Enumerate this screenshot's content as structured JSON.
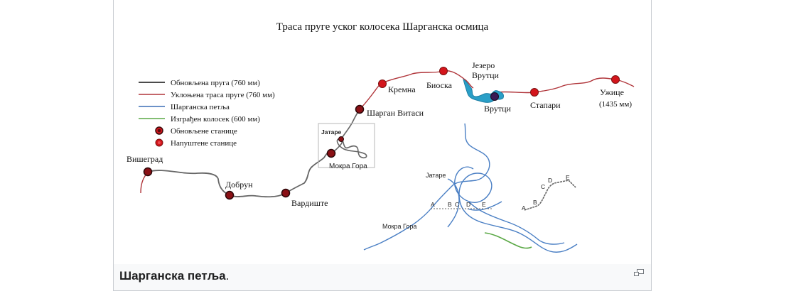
{
  "figure": {
    "title": "Траса пруге уског колосека Шарганска осмица",
    "legend": [
      {
        "label": "Обновљена пруга (760 мм)",
        "color": "#111111",
        "kind": "line"
      },
      {
        "label": "Уклоњена траса пруге (760 мм)",
        "color": "#b0353a",
        "kind": "line"
      },
      {
        "label": "Шарганска петља",
        "color": "#3b6fb6",
        "kind": "line"
      },
      {
        "label": "Изграђен колосек (600 мм)",
        "color": "#5aa845",
        "kind": "line"
      },
      {
        "label": "Обновљене станице",
        "color": "#6b1014",
        "kind": "station"
      },
      {
        "label": "Напуштене станице",
        "color": "#d4151c",
        "kind": "station"
      }
    ],
    "stations": {
      "visegrad": "Вишеград",
      "dobrun": "Добрун",
      "vardiste": "Вардиште",
      "mokra_gora": "Мокра Гора",
      "jatare": "Јатаре",
      "sargan_vitasi": "Шарган Витаси",
      "kremna": "Кремна",
      "bioska": "Биоска",
      "jezero_vrutci_1": "Језеро",
      "jezero_vrutci_2": "Врутци",
      "vrutci": "Врутци",
      "stapari": "Стапари",
      "uzice": "Ужице",
      "uzice_gauge": "(1435 мм)"
    },
    "inset": {
      "jatare": "Јатаре",
      "mokra_gora": "Мокра Гора",
      "points_bottom": [
        "A",
        "B",
        "C",
        "D",
        "E"
      ],
      "points_right": [
        "A",
        "B",
        "C",
        "D",
        "E"
      ]
    },
    "colors": {
      "restored": "#555555",
      "removed": "#b0353a",
      "loop": "#3b6fb6",
      "new600": "#5aa845",
      "lake": "#2a9fc7"
    }
  },
  "caption": {
    "title": "Шарганска петља",
    "suffix": "."
  }
}
